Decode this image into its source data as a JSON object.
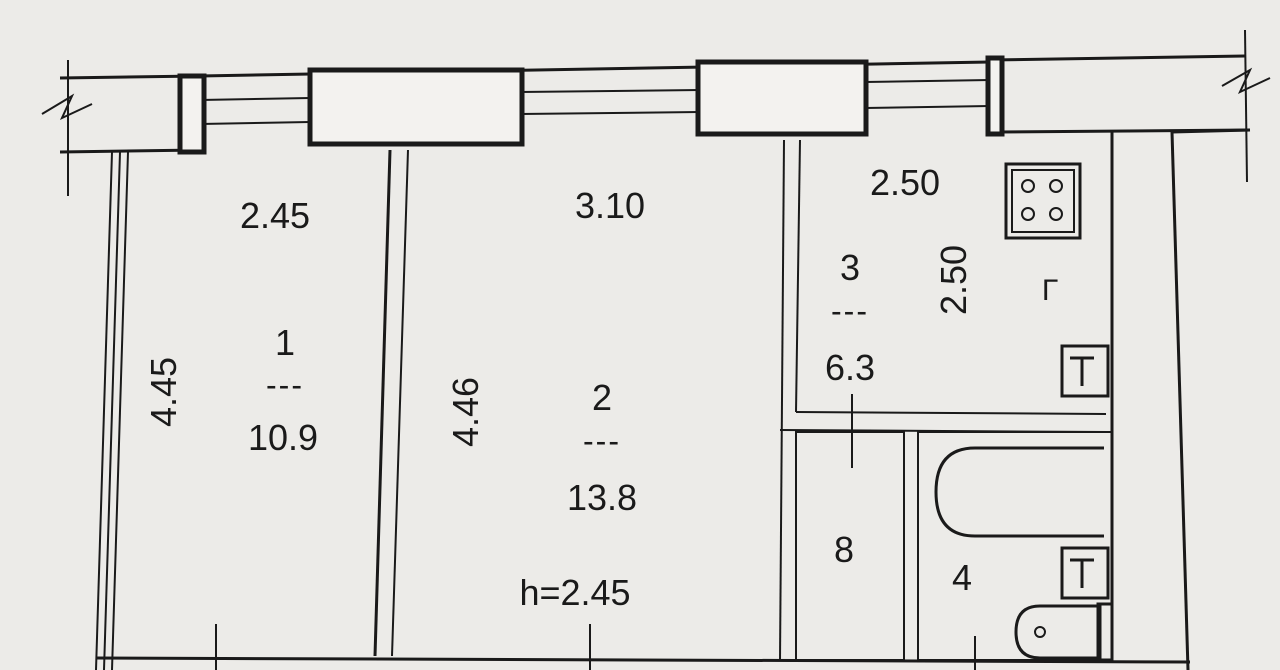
{
  "plan": {
    "room1": {
      "number": "1",
      "divider": "---",
      "area": "10.9",
      "width": "2.45",
      "length": "4.45"
    },
    "room2": {
      "number": "2",
      "divider": "---",
      "area": "13.8",
      "width": "3.10",
      "length": "4.46"
    },
    "room3": {
      "number": "3",
      "divider": "---",
      "area": "6.3",
      "width": "2.50",
      "length": "2.50"
    },
    "room4": {
      "number": "4"
    },
    "room8": {
      "number": "8"
    },
    "kitchen_mark": "Г",
    "ceiling_height": "h=2.45"
  },
  "colors": {
    "paper": "#ecebe8",
    "ink": "#1a1a1a"
  }
}
